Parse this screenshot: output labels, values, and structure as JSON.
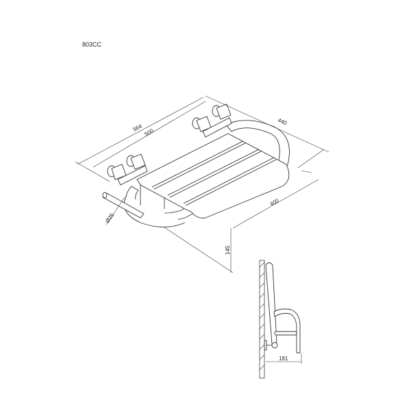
{
  "model_code": "803CC",
  "dimensions": {
    "overall_width": "564",
    "mount_width": "500",
    "depth": "440",
    "seat_depth": "400",
    "tube_diameter": "Ø25",
    "height": "145",
    "side_projection": "181"
  }
}
